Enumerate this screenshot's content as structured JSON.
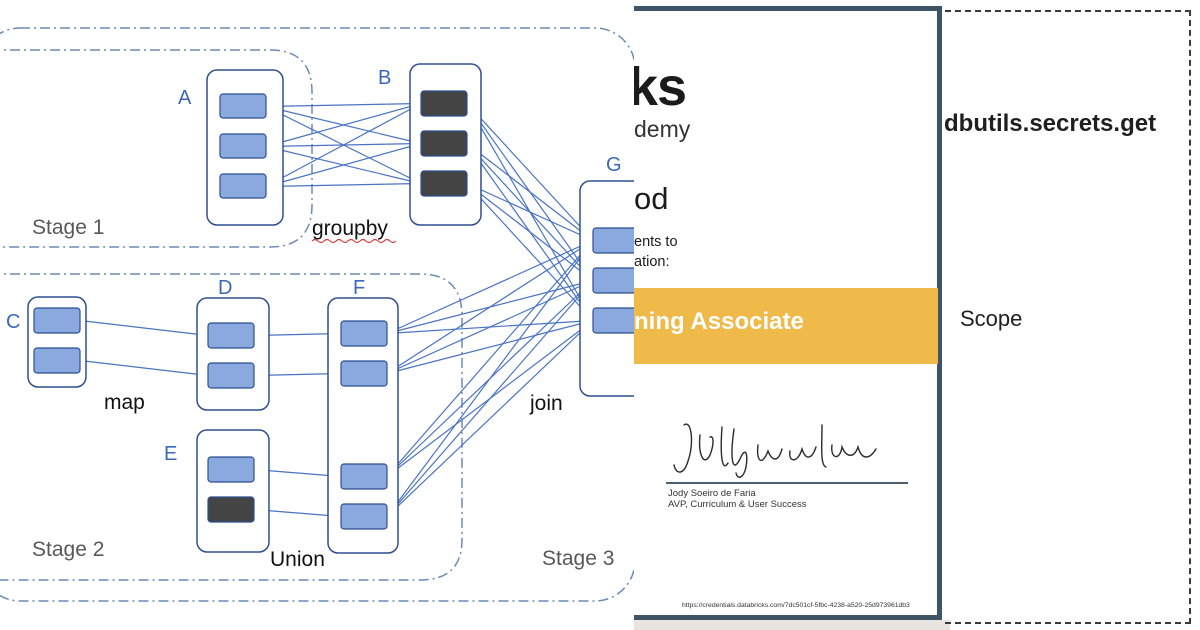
{
  "diagram": {
    "nodes": {
      "A": "A",
      "B": "B",
      "C": "C",
      "D": "D",
      "E": "E",
      "F": "F",
      "G": "G"
    },
    "edge_labels": {
      "groupby": "groupby",
      "map": "map",
      "union": "Union",
      "join": "join"
    },
    "stages": {
      "stage1": "Stage 1",
      "stage2": "Stage 2",
      "stage3": "Stage 3"
    },
    "colors": {
      "partition_blue": "#8aa9de",
      "partition_dark": "#444444",
      "outline_blue": "#2f4f90",
      "arrow_blue": "#4a73c4",
      "label_blue": "#3b67bd",
      "stage_border": "#6c8ab6",
      "stage_text": "#595959"
    }
  },
  "certificate": {
    "logo_word": "ks",
    "logo_sub": "demy",
    "name_fragment": "od",
    "line1": "ents to",
    "line2": "ation:",
    "banner_text": "ning Associate",
    "signer_name": "Jody Soeiro de Faria",
    "signer_title": "AVP, Curriculum & User Success",
    "url": "https://credentials.databricks.com/7dc501cf-5fbc-4238-a520-25d973961db3",
    "colors": {
      "banner": "#f0ba4a",
      "frame": "#3d5566"
    }
  },
  "code_panel": {
    "call": "dbutils.secrets.get",
    "scope_label": "Scope"
  }
}
